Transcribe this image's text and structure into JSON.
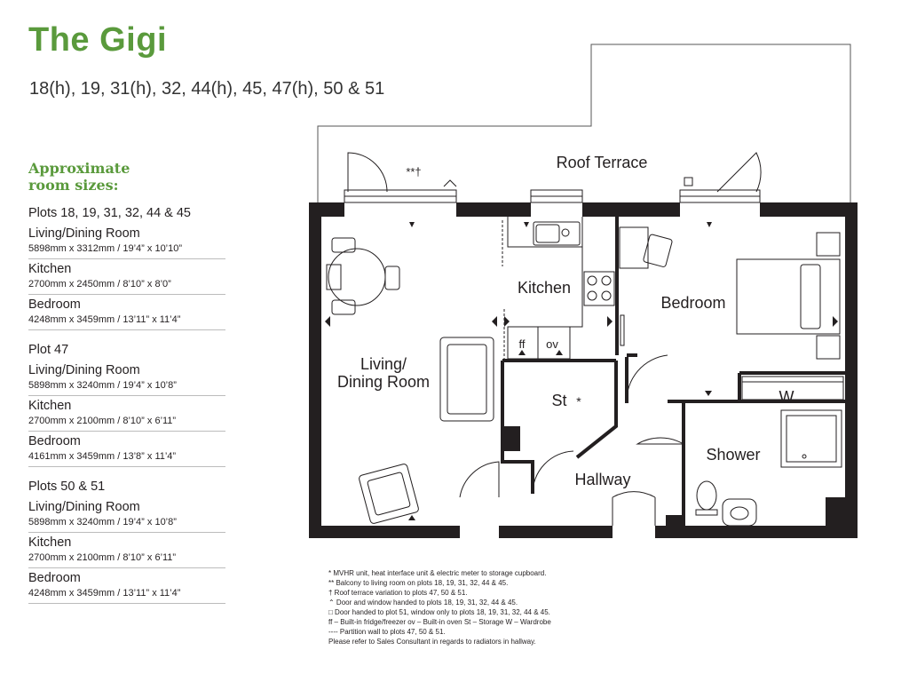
{
  "header": {
    "title": "The Gigi",
    "plots": "18(h), 19, 31(h), 32, 44(h), 45, 47(h), 50 & 51",
    "approx_line1": "Approximate",
    "approx_line2": "room sizes:"
  },
  "colors": {
    "brand_green": "#5a9a3c",
    "wall": "#231f20",
    "text": "#231f20",
    "divider": "#bcbcbc"
  },
  "room_sizes": [
    {
      "heading": "Plots 18, 19, 31, 32, 44 & 45",
      "rooms": [
        {
          "name": "Living/Dining Room",
          "dims": "5898mm x 3312mm  /  19’4” x 10’10”"
        },
        {
          "name": "Kitchen",
          "dims": "2700mm x 2450mm  /  8’10” x 8’0”"
        },
        {
          "name": "Bedroom",
          "dims": "4248mm x 3459mm  /  13’11” x 11’4”"
        }
      ]
    },
    {
      "heading": "Plot 47",
      "rooms": [
        {
          "name": "Living/Dining Room",
          "dims": "5898mm x 3240mm  /  19’4” x 10’8”"
        },
        {
          "name": "Kitchen",
          "dims": "2700mm x 2100mm  /  8’10” x 6’11”"
        },
        {
          "name": "Bedroom",
          "dims": "4161mm x 3459mm  /  13’8” x 11’4”"
        }
      ]
    },
    {
      "heading": "Plots 50 & 51",
      "rooms": [
        {
          "name": "Living/Dining Room",
          "dims": "5898mm x 3240mm  /  19’4” x 10’8”"
        },
        {
          "name": "Kitchen",
          "dims": "2700mm x 2100mm  /  8’10” x 6’11”"
        },
        {
          "name": "Bedroom",
          "dims": "4248mm x 3459mm  /  13’11” x 11’4”"
        }
      ]
    }
  ],
  "plan_labels": {
    "roof_terrace": "Roof Terrace",
    "kitchen": "Kitchen",
    "bedroom": "Bedroom",
    "living_line1": "Living/",
    "living_line2": "Dining Room",
    "store": "St",
    "store_marker": "*",
    "hallway": "Hallway",
    "shower": "Shower",
    "wardrobe": "W",
    "fridge": "ff",
    "oven": "ov",
    "balcony_marker": "**†"
  },
  "notes": [
    "* MVHR unit, heat interface unit & electric meter to storage cupboard.",
    "** Balcony to living room on plots 18, 19, 31, 32, 44 & 45.",
    "† Roof terrace variation to plots 47, 50 & 51.",
    "⌃ Door and window handed to plots 18, 19, 31, 32, 44 & 45.",
    "□ Door handed to plot 51, window only to plots 18, 19, 31, 32, 44 & 45.",
    "ff – Built-in fridge/freezer   ov – Built-in oven   St – Storage   W – Wardrobe",
    "---- Partition wall to plots 47, 50 & 51.",
    "Please refer to Sales Consultant in regards to radiators in hallway."
  ]
}
